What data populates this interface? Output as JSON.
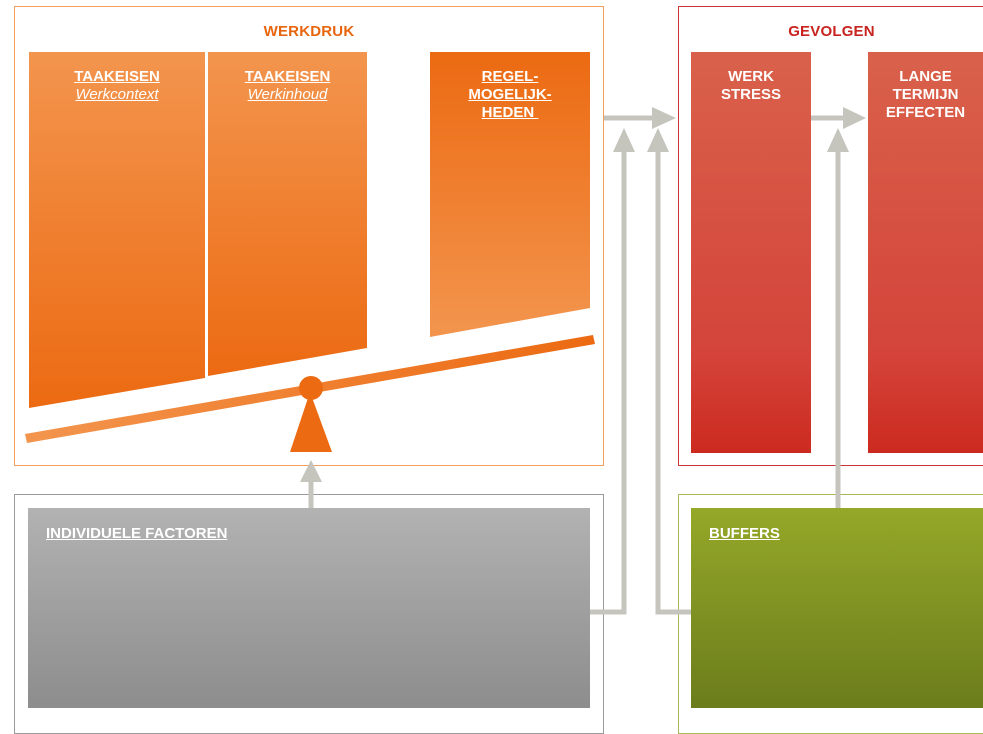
{
  "workload": {
    "title": "WERKDRUK",
    "column1": {
      "heading": "TAAKEISEN",
      "subheading": "Werkcontext"
    },
    "column2": {
      "heading": "TAAKEISEN",
      "subheading": "Werkinhoud"
    },
    "column3": {
      "heading_lines": [
        "REGEL-",
        "MOGELIJK-",
        "HEDEN "
      ]
    }
  },
  "consequences": {
    "title": "GEVOLGEN",
    "column1": {
      "heading_lines": [
        "WERK",
        "STRESS"
      ]
    },
    "column2": {
      "heading_lines": [
        "LANGE",
        "TERMIJN",
        "EFFECTEN"
      ]
    }
  },
  "individual": {
    "label": "INDIVIDUELE FACTOREN"
  },
  "buffers": {
    "label": "BUFFERS"
  },
  "colors": {
    "orange": "#ec6a12",
    "orange_light": "#f3954e",
    "red": "#cc2a1f",
    "red_light": "#d9614b",
    "grey": "#8d8d8d",
    "grey_light": "#b2b2b2",
    "green": "#6b7c1c",
    "green_light": "#95a828",
    "arrow": "#c5c5bd"
  }
}
